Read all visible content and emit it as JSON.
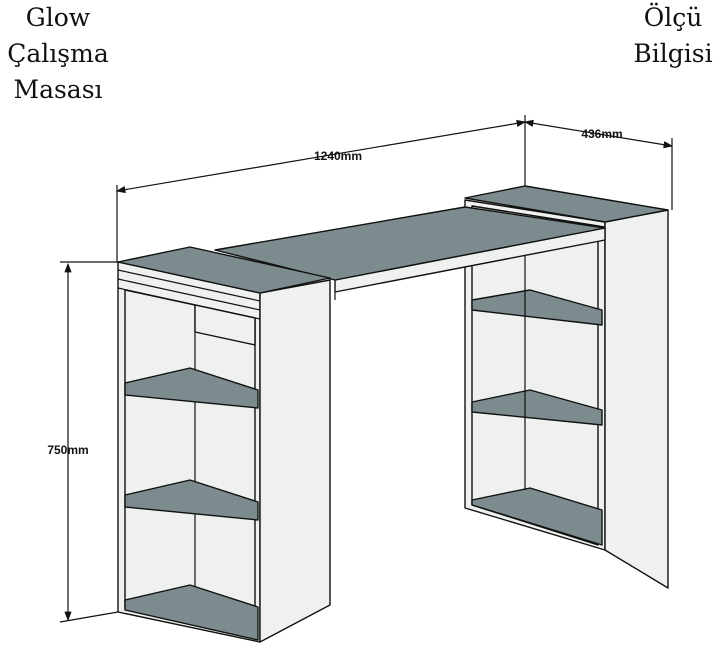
{
  "title_left": [
    "Glow",
    "Çalışma",
    "Masası"
  ],
  "title_right": [
    "Ölçü",
    "Bilgisi"
  ],
  "dimensions": {
    "width": "1240mm",
    "depth": "436mm",
    "height": "750mm"
  },
  "colors": {
    "shelf": "#7c8b8e",
    "panel": "#eff1f0",
    "line": "#111111"
  }
}
